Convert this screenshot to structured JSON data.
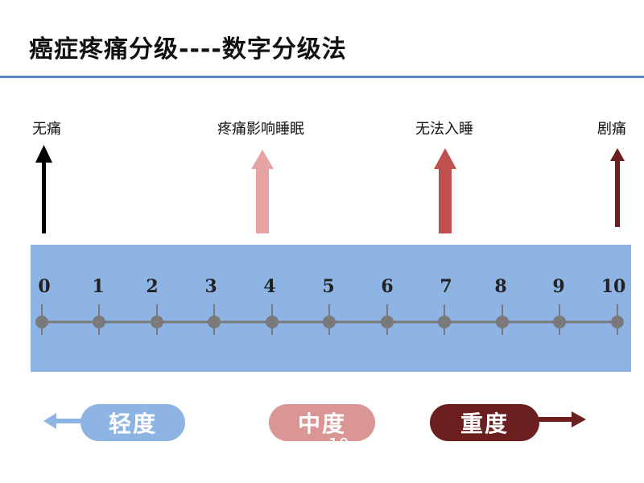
{
  "slide": {
    "title": "癌症疼痛分级----数字分级法",
    "page_number": "10"
  },
  "top_labels": [
    "无痛",
    "疼痛影响睡眠",
    "无法入睡",
    "剧痛"
  ],
  "scale": {
    "numbers": [
      "0",
      "1",
      "2",
      "3",
      "4",
      "5",
      "6",
      "7",
      "8",
      "9",
      "10"
    ]
  },
  "severity": {
    "light": "轻度",
    "moderate": "中度",
    "severe": "重度"
  },
  "colors": {
    "band": "#8eb4e3",
    "arrow_none": "#000000",
    "arrow_sleep_affected": "#e6a3a1",
    "arrow_cannot_sleep": "#c0504d",
    "arrow_severe": "#6b1f1f"
  }
}
